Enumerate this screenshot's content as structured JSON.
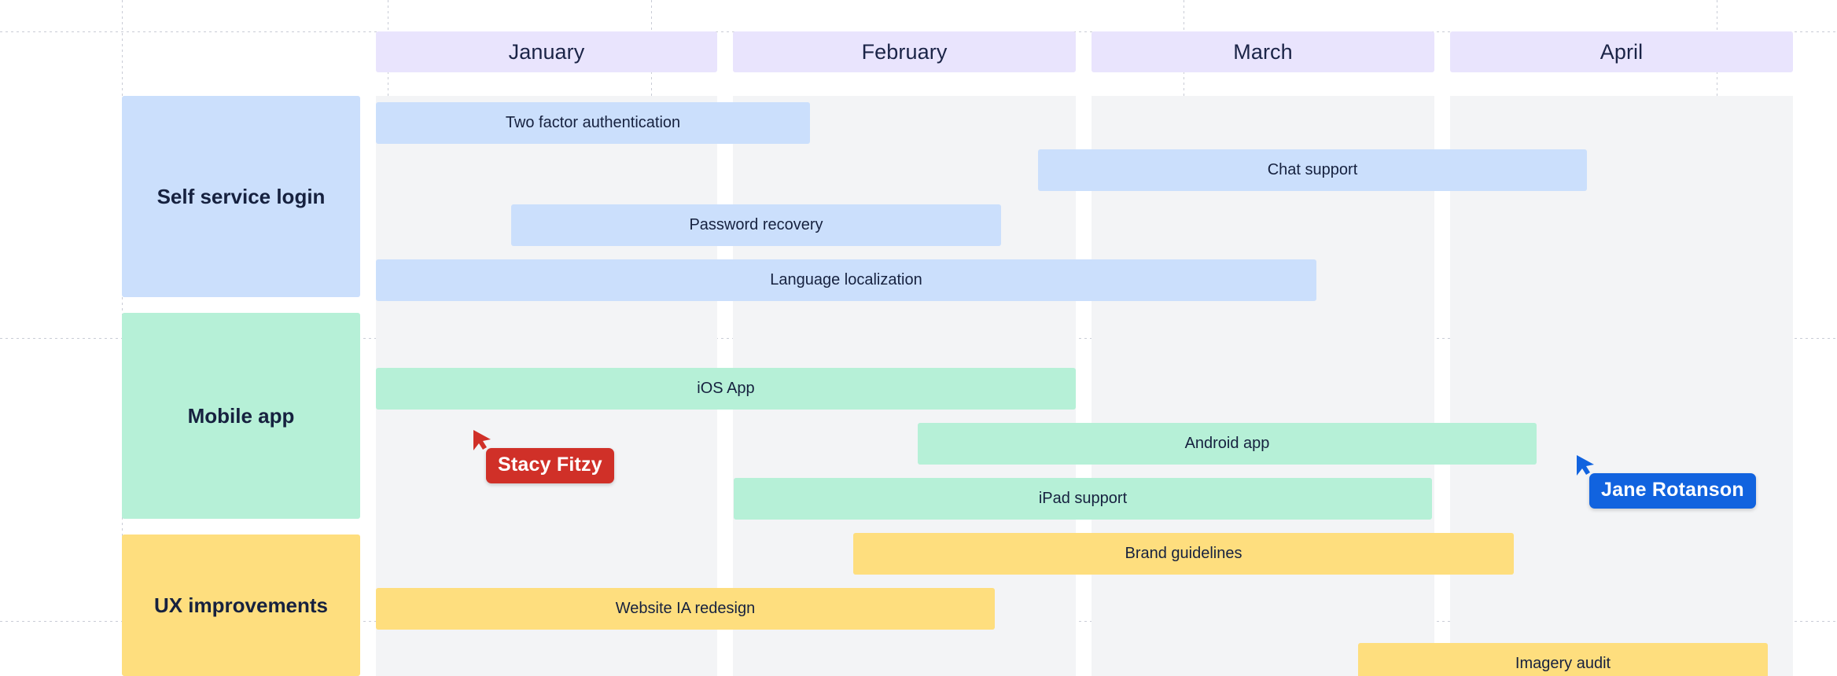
{
  "chart_data": {
    "type": "bar",
    "title": "",
    "xlabel": "",
    "ylabel": "",
    "categories": [
      "January",
      "February",
      "March",
      "April"
    ],
    "grid": true,
    "legend": "none",
    "groups": [
      {
        "name": "Self service login",
        "color": "#cbdffc",
        "tasks": [
          {
            "label": "Two factor authentication",
            "start": "January",
            "end": "January"
          },
          {
            "label": "Chat support",
            "start": "March",
            "end": "April"
          },
          {
            "label": "Password recovery",
            "start": "January",
            "end": "February"
          },
          {
            "label": "Language localization",
            "start": "January",
            "end": "March"
          }
        ]
      },
      {
        "name": "Mobile app",
        "color": "#b6f0d7",
        "tasks": [
          {
            "label": "iOS App",
            "start": "January",
            "end": "February"
          },
          {
            "label": "Android app",
            "start": "February",
            "end": "April"
          },
          {
            "label": "iPad support",
            "start": "February",
            "end": "March"
          }
        ]
      },
      {
        "name": "UX improvements",
        "color": "#fede7e",
        "tasks": [
          {
            "label": "Brand guidelines",
            "start": "February",
            "end": "March"
          },
          {
            "label": "Website IA redesign",
            "start": "January",
            "end": "February"
          },
          {
            "label": "Imagery audit",
            "start": "March",
            "end": "April"
          }
        ]
      }
    ]
  },
  "timeline": {
    "months": [
      {
        "label": "January"
      },
      {
        "label": "February"
      },
      {
        "label": "March"
      },
      {
        "label": "April"
      }
    ]
  },
  "groups": [
    {
      "label": "Self service login",
      "color": "#cbdffc"
    },
    {
      "label": "Mobile app",
      "color": "#b6f0d7"
    },
    {
      "label": "UX improvements",
      "color": "#fede7e"
    }
  ],
  "bars": [
    {
      "label": "Two factor authentication",
      "group": "Self service login"
    },
    {
      "label": "Chat support",
      "group": "Self service login"
    },
    {
      "label": "Password recovery",
      "group": "Self service login"
    },
    {
      "label": "Language localization",
      "group": "Self service login"
    },
    {
      "label": "iOS App",
      "group": "Mobile app"
    },
    {
      "label": "Android app",
      "group": "Mobile app"
    },
    {
      "label": "iPad support",
      "group": "Mobile app"
    },
    {
      "label": "Brand guidelines",
      "group": "UX improvements"
    },
    {
      "label": "Website IA redesign",
      "group": "UX improvements"
    },
    {
      "label": "Imagery audit",
      "group": "UX improvements"
    }
  ],
  "cursors": [
    {
      "name": "Stacy Fitzy",
      "color": "#d03028"
    },
    {
      "name": "Jane Rotanson",
      "color": "#1163df"
    }
  ]
}
